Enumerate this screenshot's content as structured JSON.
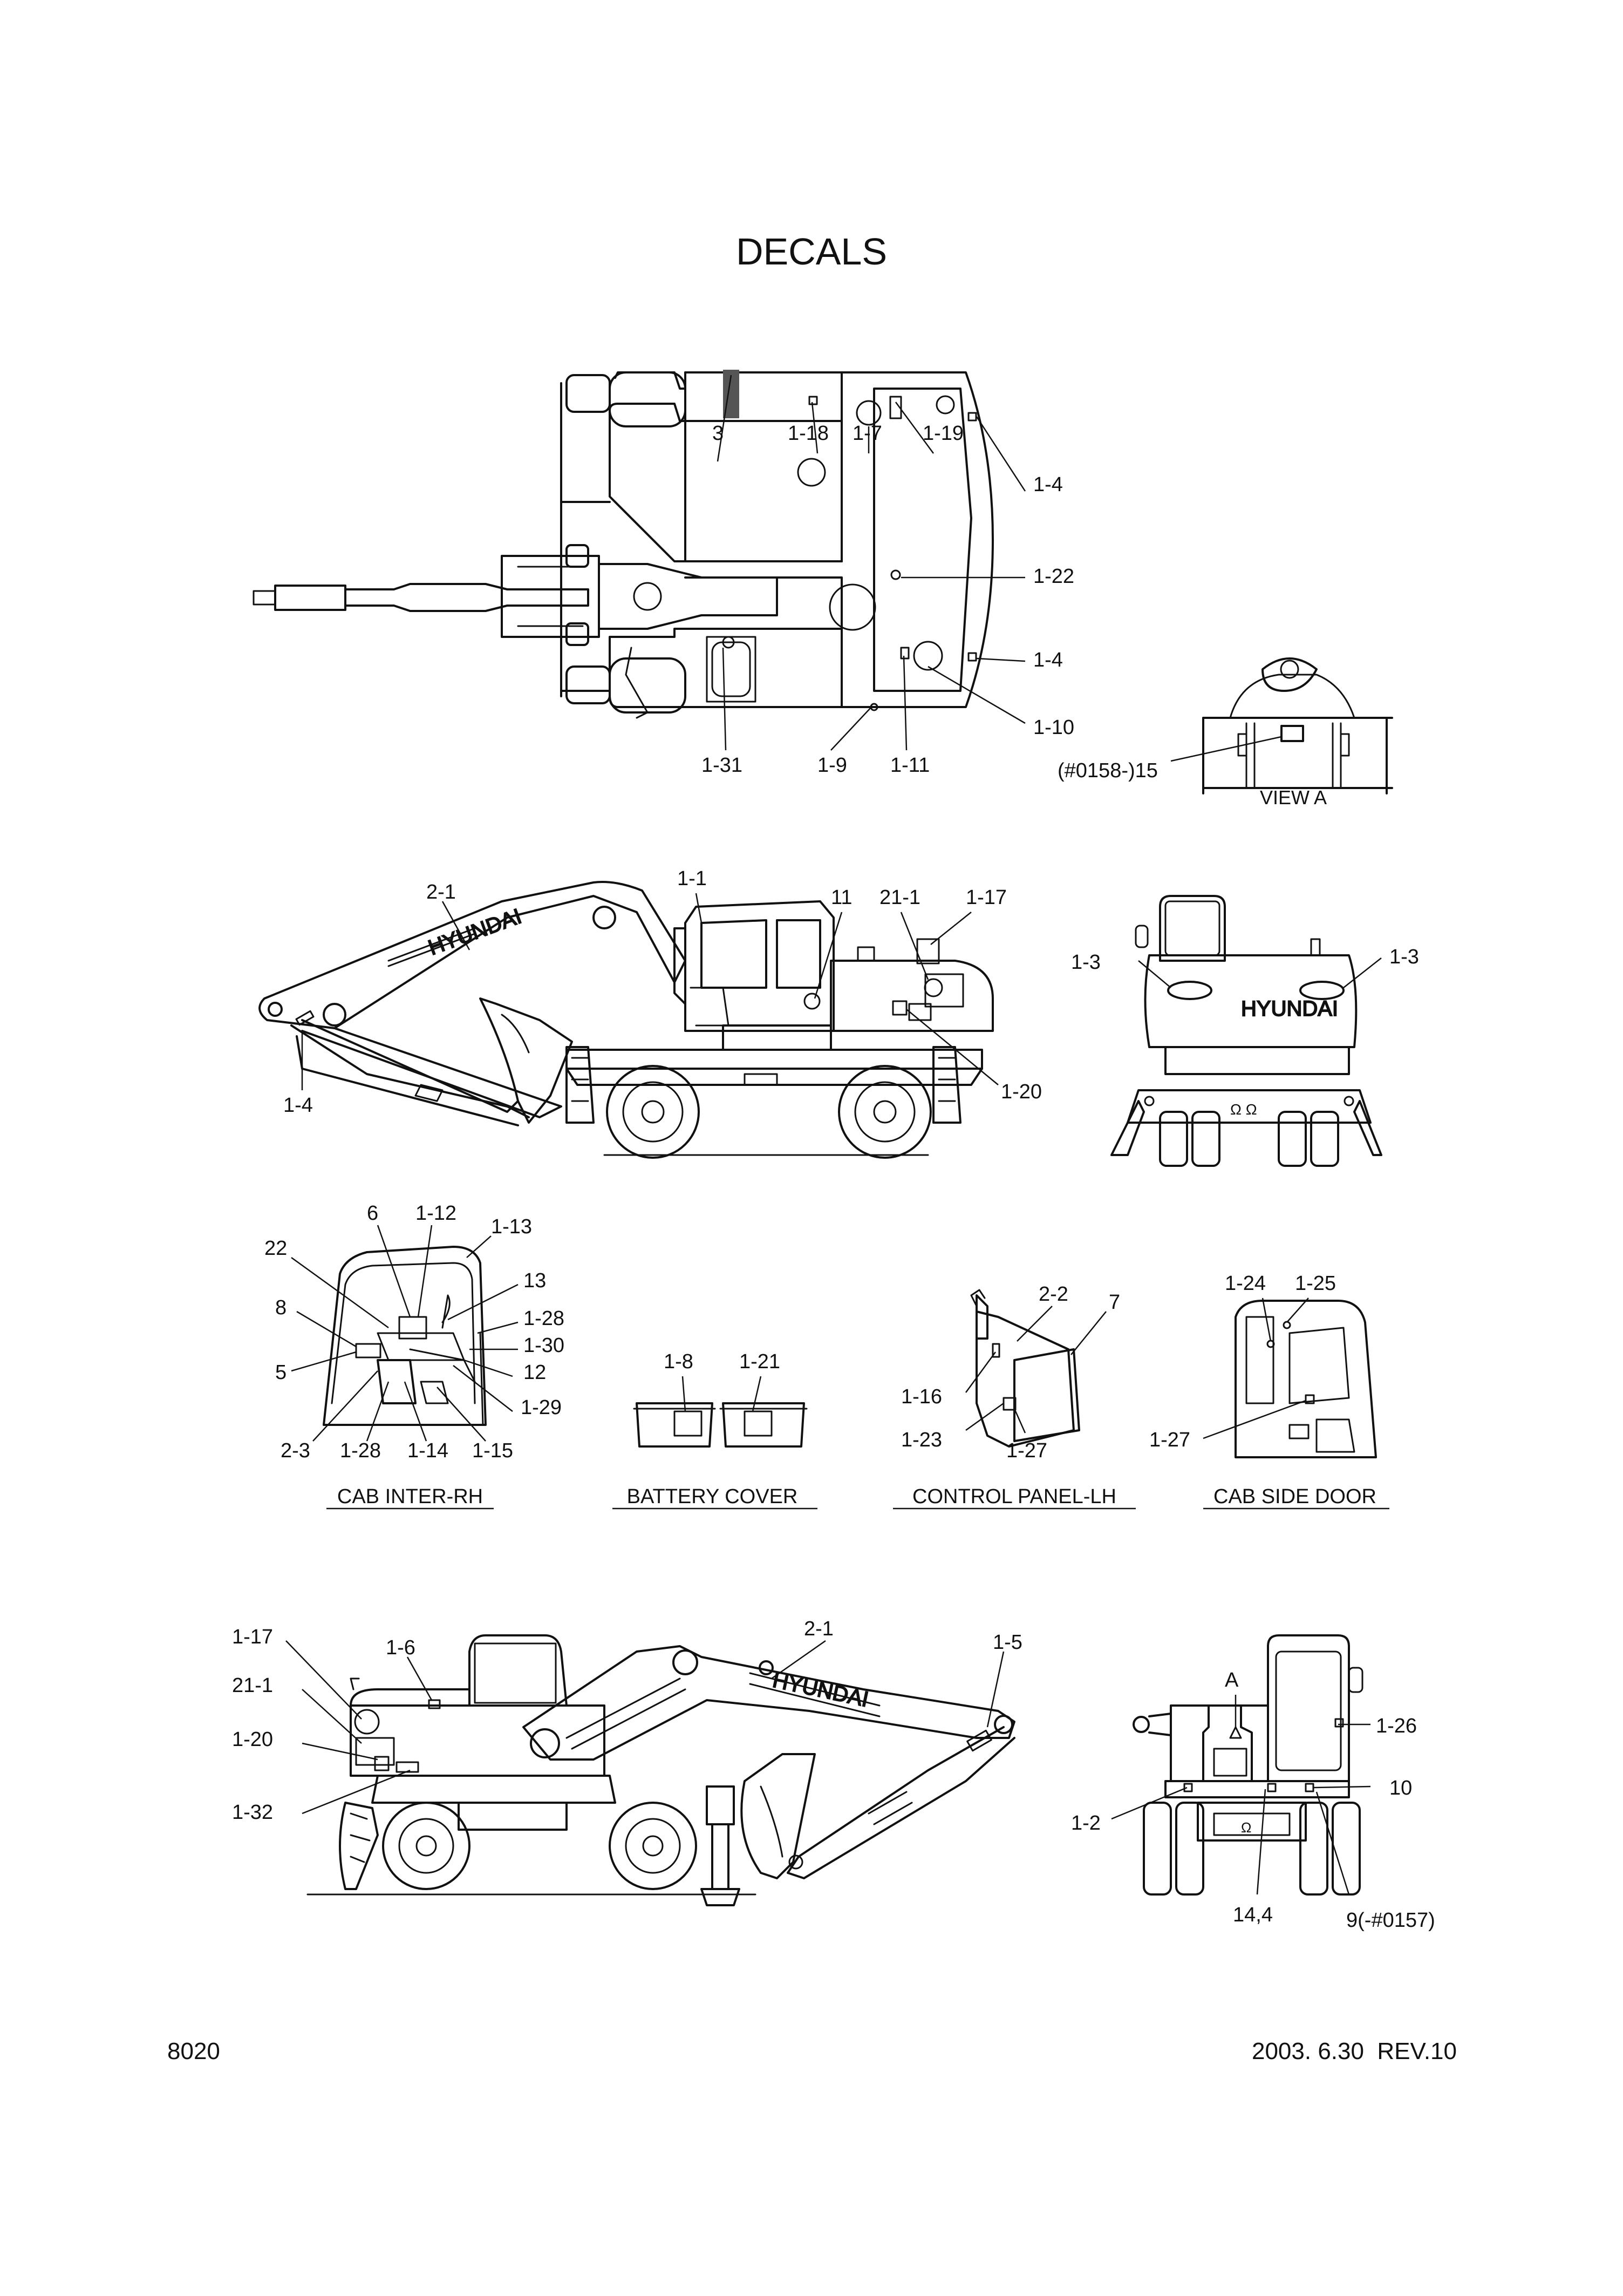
{
  "title": "DECALS",
  "footer": {
    "page_code": "8020",
    "revision": "2003. 6.30  REV.10"
  },
  "view_a_label": "VIEW A",
  "top_view_callouts": [
    "3",
    "1-18",
    "1-7",
    "1-19",
    "1-4",
    "1-22",
    "1-4",
    "1-10",
    "1-31",
    "1-9",
    "1-11",
    "(#0158-)15"
  ],
  "right_side_callouts": [
    "2-1",
    "1-1",
    "11",
    "21-1",
    "1-17",
    "1-20",
    "1-4"
  ],
  "rear_view_callouts": [
    "1-3",
    "1-3"
  ],
  "cab_interior_callouts": [
    "6",
    "1-12",
    "1-13",
    "22",
    "13",
    "8",
    "1-28",
    "1-30",
    "5",
    "12",
    "1-29",
    "2-3",
    "1-28",
    "1-14",
    "1-15"
  ],
  "battery_cover_callouts": [
    "1-8",
    "1-21"
  ],
  "control_panel_callouts": [
    "2-2",
    "7",
    "1-16",
    "1-23",
    "1-27"
  ],
  "cab_door_callouts": [
    "1-24",
    "1-25",
    "1-27"
  ],
  "left_side_callouts": [
    "1-17",
    "1-6",
    "2-1",
    "1-5",
    "21-1",
    "1-20",
    "1-32"
  ],
  "front_view_callouts": [
    "A",
    "1-26",
    "10",
    "1-2",
    "14,4",
    "9(-#0157)"
  ],
  "section_labels": {
    "cab_inter_rh": "CAB INTER-RH",
    "battery_cover": "BATTERY COVER",
    "control_panel_lh": "CONTROL PANEL-LH",
    "cab_side_door": "CAB SIDE DOOR"
  },
  "brand": "HYUNDAI",
  "colors": {
    "ink": "#111111",
    "paper": "#ffffff"
  }
}
